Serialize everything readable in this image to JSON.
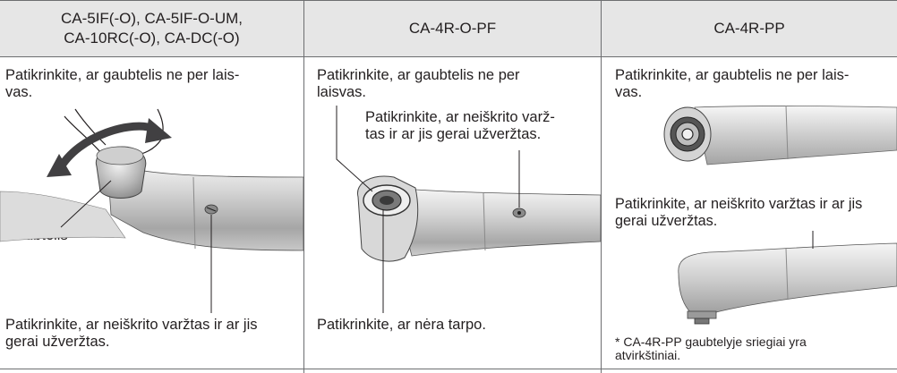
{
  "table": {
    "columns": [
      {
        "header": "CA-5IF(-O), CA-5IF-O-UM,\nCA-10RC(-O), CA-DC(-O)",
        "check_cap": "Patikrinkite, ar gaubtelis ne per lais-\nvas.",
        "cap_label": "Gaubtelis",
        "check_screw": "Patikrinkite, ar neiškrito varžtas ir ar jis\ngerai užveržtas."
      },
      {
        "header": "CA-4R-O-PF",
        "check_cap": "Patikrinkite, ar gaubtelis ne per\nlaisvas.",
        "check_screw": "Patikrinkite, ar neiškrito varž-\ntas ir ar jis gerai užveržtas.",
        "check_gap": "Patikrinkite, ar nėra tarpo."
      },
      {
        "header": "CA-4R-PP",
        "check_cap": "Patikrinkite, ar gaubtelis ne per lais-\nvas.",
        "check_screw": "Patikrinkite, ar neiškrito varžtas ir ar jis\ngerai užveržtas.",
        "footnote": "* CA-4R-PP gaubtelyje sriegiai yra\n   atvirkštiniai."
      }
    ]
  }
}
